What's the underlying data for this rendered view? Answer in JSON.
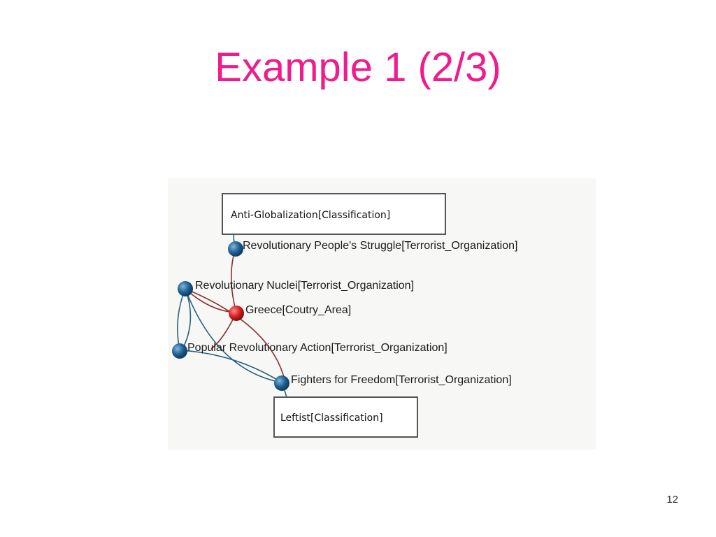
{
  "slide": {
    "title": "Example 1 (2/3)",
    "page_number": "12"
  },
  "colors": {
    "title": "#ee1c8c",
    "blue_node": "#1f5f92",
    "red_node": "#d42020"
  },
  "diagram": {
    "classifications": [
      {
        "id": "anti-globalization",
        "label": "Anti-Globalization[Classification]"
      },
      {
        "id": "leftist",
        "label": "Leftist[Classification]"
      }
    ],
    "nodes": [
      {
        "id": "rps",
        "label": "Revolutionary People's Struggle[Terrorist_Organization]",
        "kind": "blue-node-icon"
      },
      {
        "id": "rn",
        "label": "Revolutionary Nuclei[Terrorist_Organization]",
        "kind": "blue-node-icon"
      },
      {
        "id": "greece",
        "label": "Greece[Coutry_Area]",
        "kind": "red-node-icon"
      },
      {
        "id": "pra",
        "label": "Popular Revolutionary Action[Terrorist_Organization]",
        "kind": "blue-node-icon"
      },
      {
        "id": "fff",
        "label": "Fighters for Freedom[Terrorist_Organization]",
        "kind": "blue-node-icon"
      }
    ],
    "edges": [
      {
        "from": "rps",
        "to": "anti-globalization"
      },
      {
        "from": "rps",
        "to": "greece"
      },
      {
        "from": "rn",
        "to": "greece"
      },
      {
        "from": "rn",
        "to": "pra"
      },
      {
        "from": "rn",
        "to": "fff"
      },
      {
        "from": "greece",
        "to": "pra"
      },
      {
        "from": "greece",
        "to": "fff"
      },
      {
        "from": "pra",
        "to": "fff"
      },
      {
        "from": "fff",
        "to": "leftist"
      }
    ]
  }
}
